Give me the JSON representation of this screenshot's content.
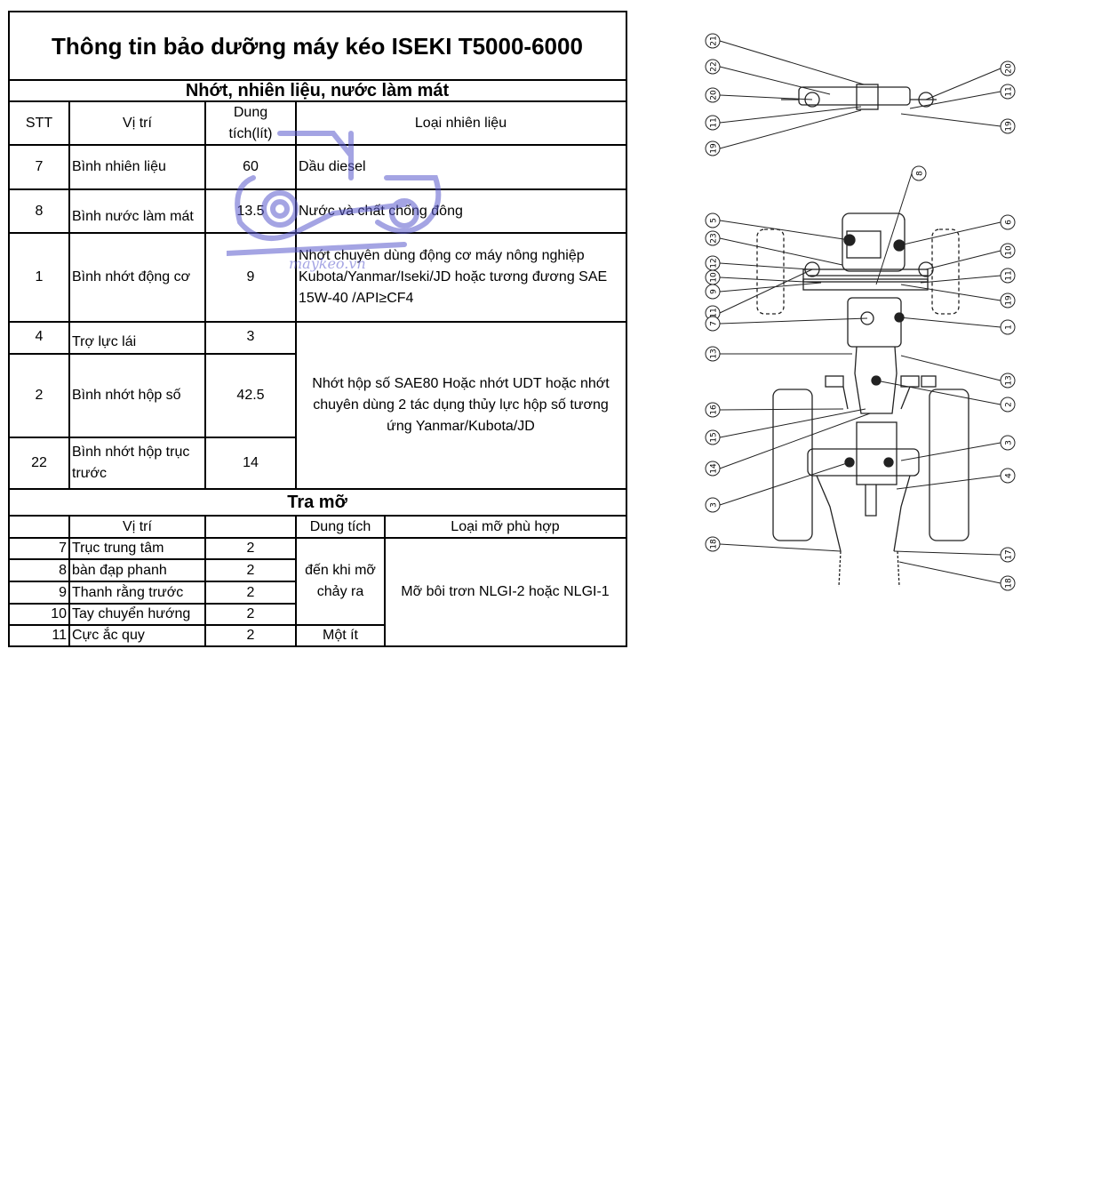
{
  "title": "Thông tin bảo dưỡng máy kéo ISEKI T5000-6000",
  "fluids": {
    "section_title": "Nhớt, nhiên liệu, nước làm mát",
    "headers": {
      "stt": "STT",
      "position": "Vị trí",
      "capacity": "Dung\ntích(lít)",
      "fuel_type": "Loại nhiên liệu"
    },
    "rows": [
      {
        "stt": "7",
        "position": "Bình nhiên liệu",
        "capacity": "60",
        "fuel_type": "Dầu diesel"
      },
      {
        "stt": "8",
        "position": "Bình nước làm mát",
        "capacity": "13.5",
        "fuel_type": "Nước và chất chống đông"
      },
      {
        "stt": "1",
        "position": "Bình nhớt động cơ",
        "capacity": "9",
        "fuel_type": "Nhớt chuyên dùng động cơ máy nông nghiệp Kubota/Yanmar/Iseki/JD hoặc tương đương SAE 15W-40 /API≥CF4"
      },
      {
        "stt": "4",
        "position": "Trợ lực lái",
        "capacity": "3"
      },
      {
        "stt": "2",
        "position": "Bình nhớt hộp số",
        "capacity": "42.5"
      },
      {
        "stt": "22",
        "position": "Bình nhớt hộp trục trước",
        "capacity": "14"
      }
    ],
    "shared_fuel_type": "Nhớt  hộp số SAE80 Hoặc nhớt UDT hoặc nhớt chuyên dùng 2 tác dụng thủy lực hộp số tương ứng Yanmar/Kubota/JD"
  },
  "grease": {
    "section_title": "Tra mỡ",
    "headers": {
      "position": "Vị trí",
      "capacity": "Dung tích",
      "grease_type": "Loại mỡ phù hợp"
    },
    "rows": [
      {
        "stt": "7",
        "position": "Trục trung tâm",
        "count": "2"
      },
      {
        "stt": "8",
        "position": "bàn đạp phanh",
        "count": "2"
      },
      {
        "stt": "9",
        "position": "Thanh rằng trước",
        "count": "2"
      },
      {
        "stt": "10",
        "position": "Tay chuyển hướng",
        "count": "2"
      },
      {
        "stt": "11",
        "position": "Cực ắc quy",
        "count": "2"
      }
    ],
    "capacity_group": "đến khi mỡ chảy ra",
    "capacity_last": "Một ít",
    "grease_type": "Mỡ bôi trơn NLGI-2 hoặc NLGI-1"
  },
  "watermark": {
    "text": "maykeo.vn",
    "color": "#5a5acd"
  },
  "diagram": {
    "callouts_left": [
      "21",
      "22",
      "20",
      "11",
      "19",
      "5",
      "23",
      "12",
      "10",
      "9",
      "11",
      "7",
      "13",
      "16",
      "15",
      "14",
      "3",
      "18"
    ],
    "callouts_right": [
      "20",
      "11",
      "19",
      "8",
      "6",
      "10",
      "11",
      "19",
      "1",
      "13",
      "2",
      "3",
      "4",
      "17",
      "18"
    ]
  }
}
